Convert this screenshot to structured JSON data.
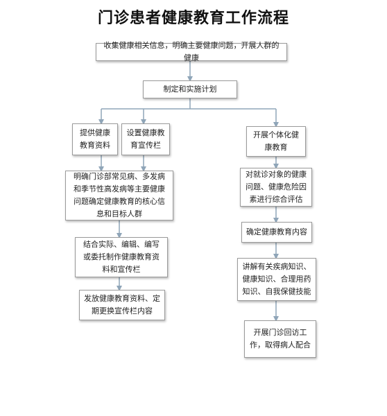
{
  "title": "门诊患者健康教育工作流程",
  "nodes": {
    "collect": "收集健康相关信息，明确主要健康问题，开展人群的健康",
    "plan": "制定和实施计划",
    "provide": "提供健康教育资料",
    "board": "设置健康教育宣传栏",
    "individual": "开展个体化健康教育",
    "clarify": "明确门诊部常见病、多发病和季节性高发病等主要健康问题确定健康教育的核心信息和目标人群",
    "assess": "对就诊对象的健康问题、健康危险因素进行综合评估",
    "content": "确定健康教育内容",
    "produce": "结合实际、编辑、编写或委托制作健康教育资料和宣传栏",
    "explain": "讲解有关疾病知识、健康知识、合理用药知识、自我保健技能",
    "distribute": "发放健康教育资料、定期更换宣传栏内容",
    "followup": "开展门诊回访工作，取得病人配合"
  },
  "colors": {
    "connector": "#8fa5b8",
    "border": "#9a9a9a"
  }
}
